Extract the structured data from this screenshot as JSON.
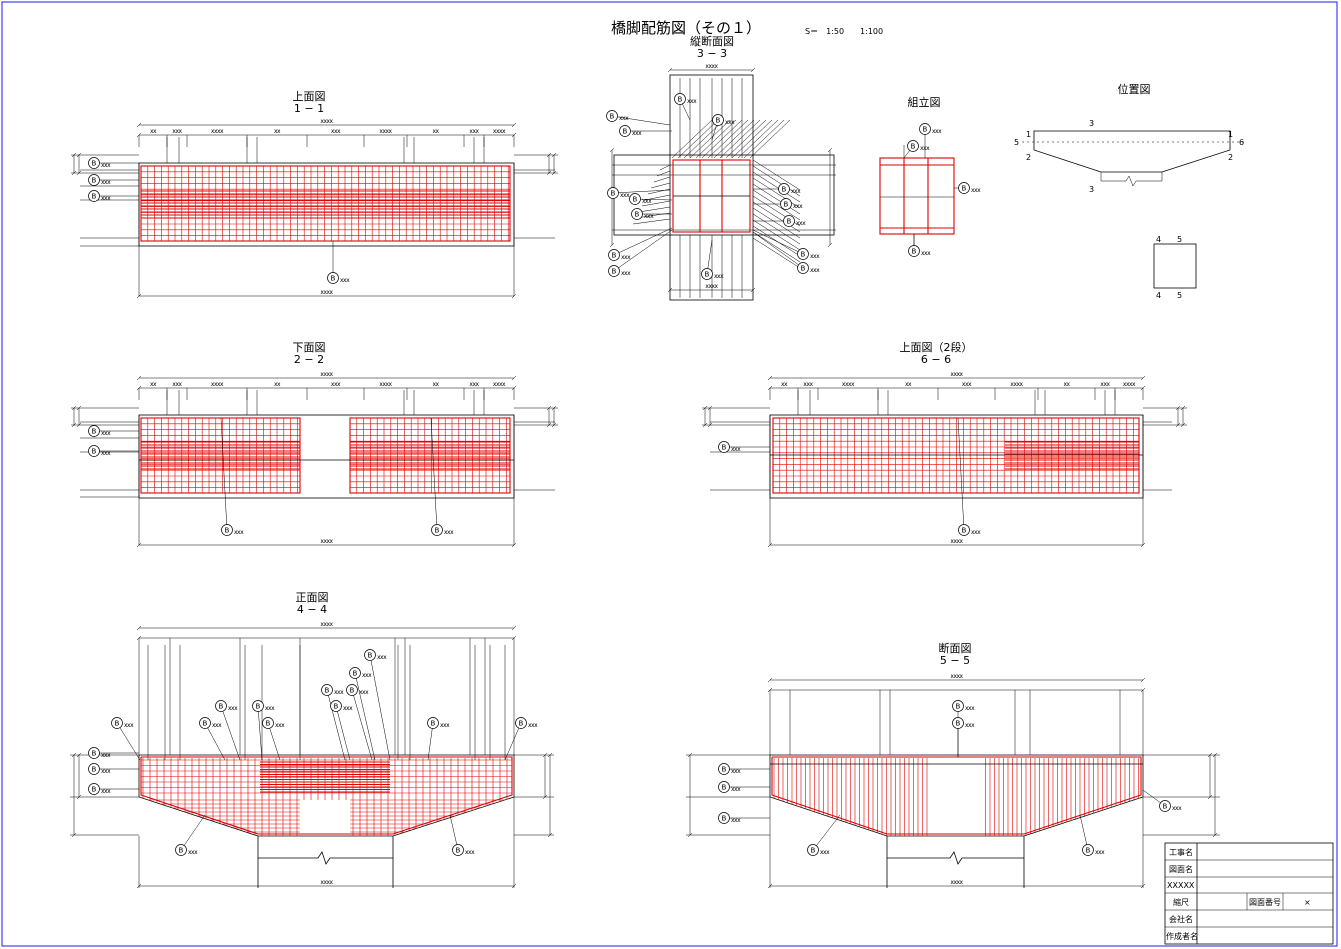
{
  "sheet": {
    "title": "橋脚配筋図（その１）",
    "scale_text": "S＝　1:50　　1:100"
  },
  "views": {
    "top_1": {
      "title": "上面図",
      "section": "1 − 1"
    },
    "bottom_2": {
      "title": "下面図",
      "section": "2 − 2"
    },
    "front_4": {
      "title": "正面図",
      "section": "4 − 4"
    },
    "long_3": {
      "title": "縦断面図",
      "section": "3 − 3"
    },
    "assembly": {
      "title": "組立図"
    },
    "location": {
      "title": "位置図"
    },
    "top_6": {
      "title": "上面図（2段）",
      "section": "6 − 6"
    },
    "section_5": {
      "title": "断面図",
      "section": "5 − 5"
    }
  },
  "location_marks": {
    "top": "3",
    "bottom": "3",
    "left_top": "1",
    "left_side": "5",
    "left_low": "2",
    "right_top": "1",
    "right_side": "6",
    "right_low": "2",
    "box_tl": "4",
    "box_tr": "5",
    "box_bl": "4",
    "box_br": "5"
  },
  "bar_mark": "B",
  "dim_placeholder": "xxxx",
  "title_block": {
    "rows": [
      {
        "label": "工事名",
        "value": ""
      },
      {
        "label": "図面名",
        "value": ""
      },
      {
        "label": "XXXXX",
        "value": ""
      }
    ],
    "scale_label": "縮尺",
    "drawing_no_label": "図面番号",
    "drawing_no_value": "×",
    "company_label": "会社名",
    "author_label": "作成者名"
  }
}
